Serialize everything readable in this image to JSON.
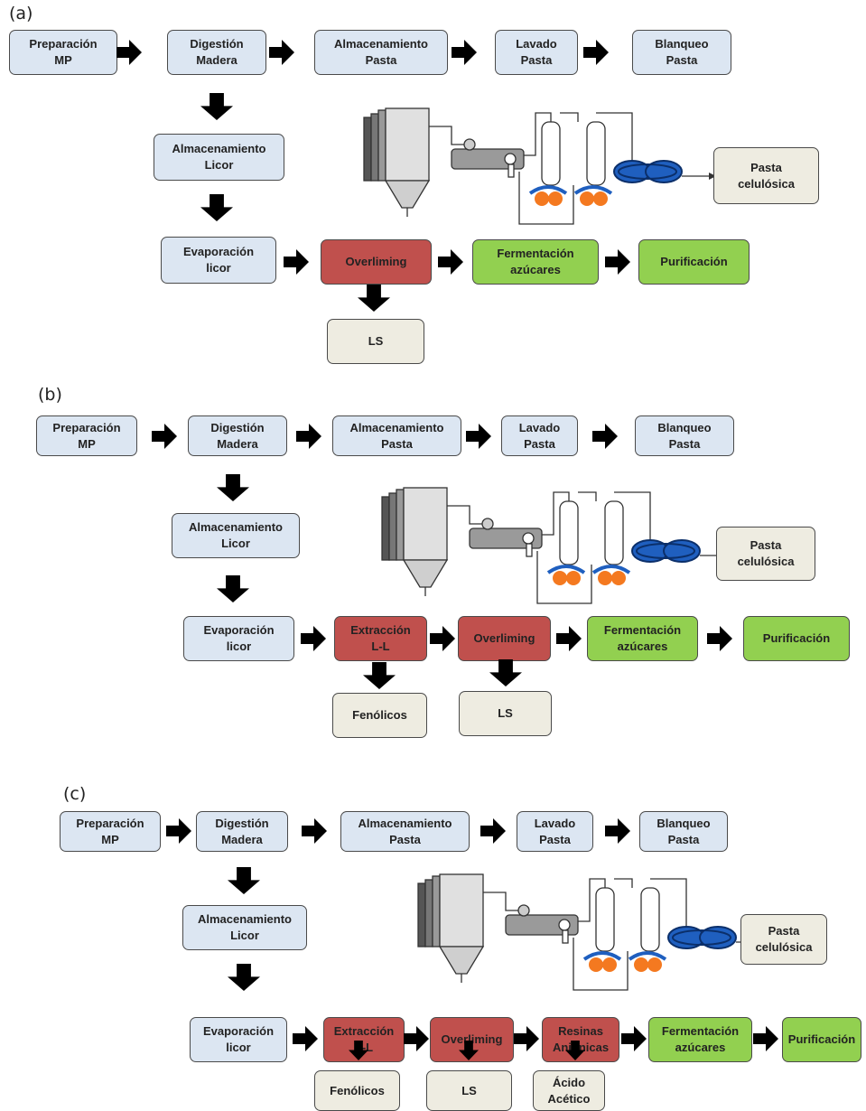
{
  "panels": [
    {
      "label": "(a)",
      "top_row": [
        "Preparación\nMP",
        "Digestión\nMadera",
        "Almacenamiento\nPasta",
        "Lavado\nPasta",
        "Blanqueo\nPasta"
      ],
      "storage": "Almacenamiento\nLicor",
      "evaporation": "Evaporación\nlicor",
      "pulp_output": "Pasta\ncelulósica",
      "chain": [
        {
          "text": "Overliming",
          "color": "red"
        },
        {
          "text": "Fermentación\nazúcares",
          "color": "green"
        },
        {
          "text": "Purificación",
          "color": "green"
        }
      ],
      "outputs": [
        "LS"
      ]
    },
    {
      "label": "(b)",
      "top_row": [
        "Preparación\nMP",
        "Digestión\nMadera",
        "Almacenamiento\nPasta",
        "Lavado\nPasta",
        "Blanqueo\nPasta"
      ],
      "storage": "Almacenamiento\nLicor",
      "evaporation": "Evaporación\nlicor",
      "pulp_output": "Pasta\ncelulósica",
      "chain": [
        {
          "text": "Extracción\nL-L",
          "color": "red"
        },
        {
          "text": "Overliming",
          "color": "red"
        },
        {
          "text": "Fermentación\nazúcares",
          "color": "green"
        },
        {
          "text": "Purificación",
          "color": "green"
        }
      ],
      "outputs": [
        "Fenólicos",
        "LS"
      ]
    },
    {
      "label": "(c)",
      "top_row": [
        "Preparación\nMP",
        "Digestión\nMadera",
        "Almacenamiento\nPasta",
        "Lavado\nPasta",
        "Blanqueo\nPasta"
      ],
      "storage": "Almacenamiento\nLicor",
      "evaporation": "Evaporación\nlicor",
      "pulp_output": "Pasta\ncelulósica",
      "chain": [
        {
          "text": "Extracción\nL-L",
          "color": "red"
        },
        {
          "text": "Overliming",
          "color": "red"
        },
        {
          "text": "Resinas\nAniónicas",
          "color": "red"
        },
        {
          "text": "Fermentación\nazúcares",
          "color": "green"
        },
        {
          "text": "Purificación",
          "color": "green"
        }
      ],
      "outputs": [
        "Fenólicos",
        "LS",
        "Ácido\nAcético"
      ]
    }
  ]
}
